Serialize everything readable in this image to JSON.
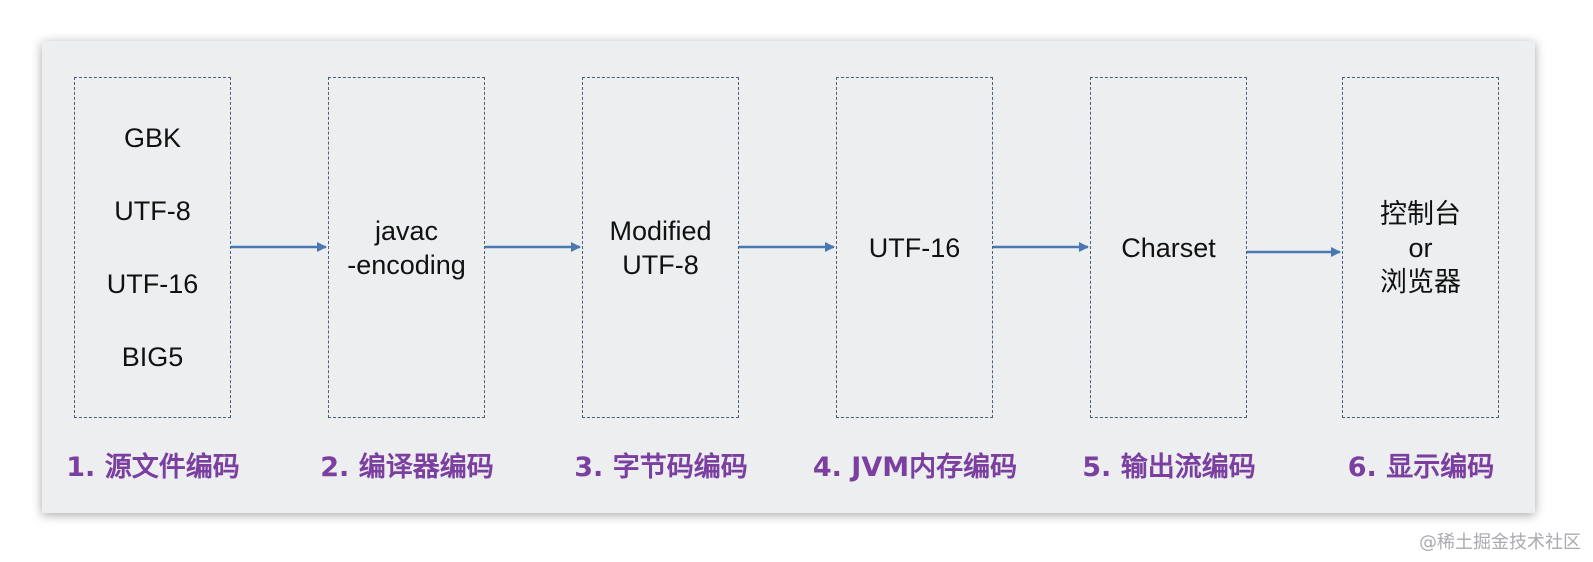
{
  "stages": [
    {
      "lines": [
        "GBK",
        "UTF-8",
        "UTF-16",
        "BIG5"
      ],
      "label": "1. 源文件编码"
    },
    {
      "lines": [
        "javac",
        "-encoding"
      ],
      "label": "2. 编译器编码"
    },
    {
      "lines": [
        "Modified",
        "UTF-8"
      ],
      "label": "3. 字节码编码"
    },
    {
      "lines": [
        "UTF-16"
      ],
      "label": "4. JVM内存编码"
    },
    {
      "lines": [
        "Charset"
      ],
      "label": "5. 输出流编码"
    },
    {
      "lines": [
        "控制台",
        "or",
        "浏览器"
      ],
      "label": "6. 显示编码"
    }
  ],
  "colors": {
    "panel_bg": "#eceef0",
    "box_border": "#4a5f78",
    "arrow": "#4a78b0",
    "label": "#7b3fa0"
  },
  "watermark": "@稀土掘金技术社区"
}
